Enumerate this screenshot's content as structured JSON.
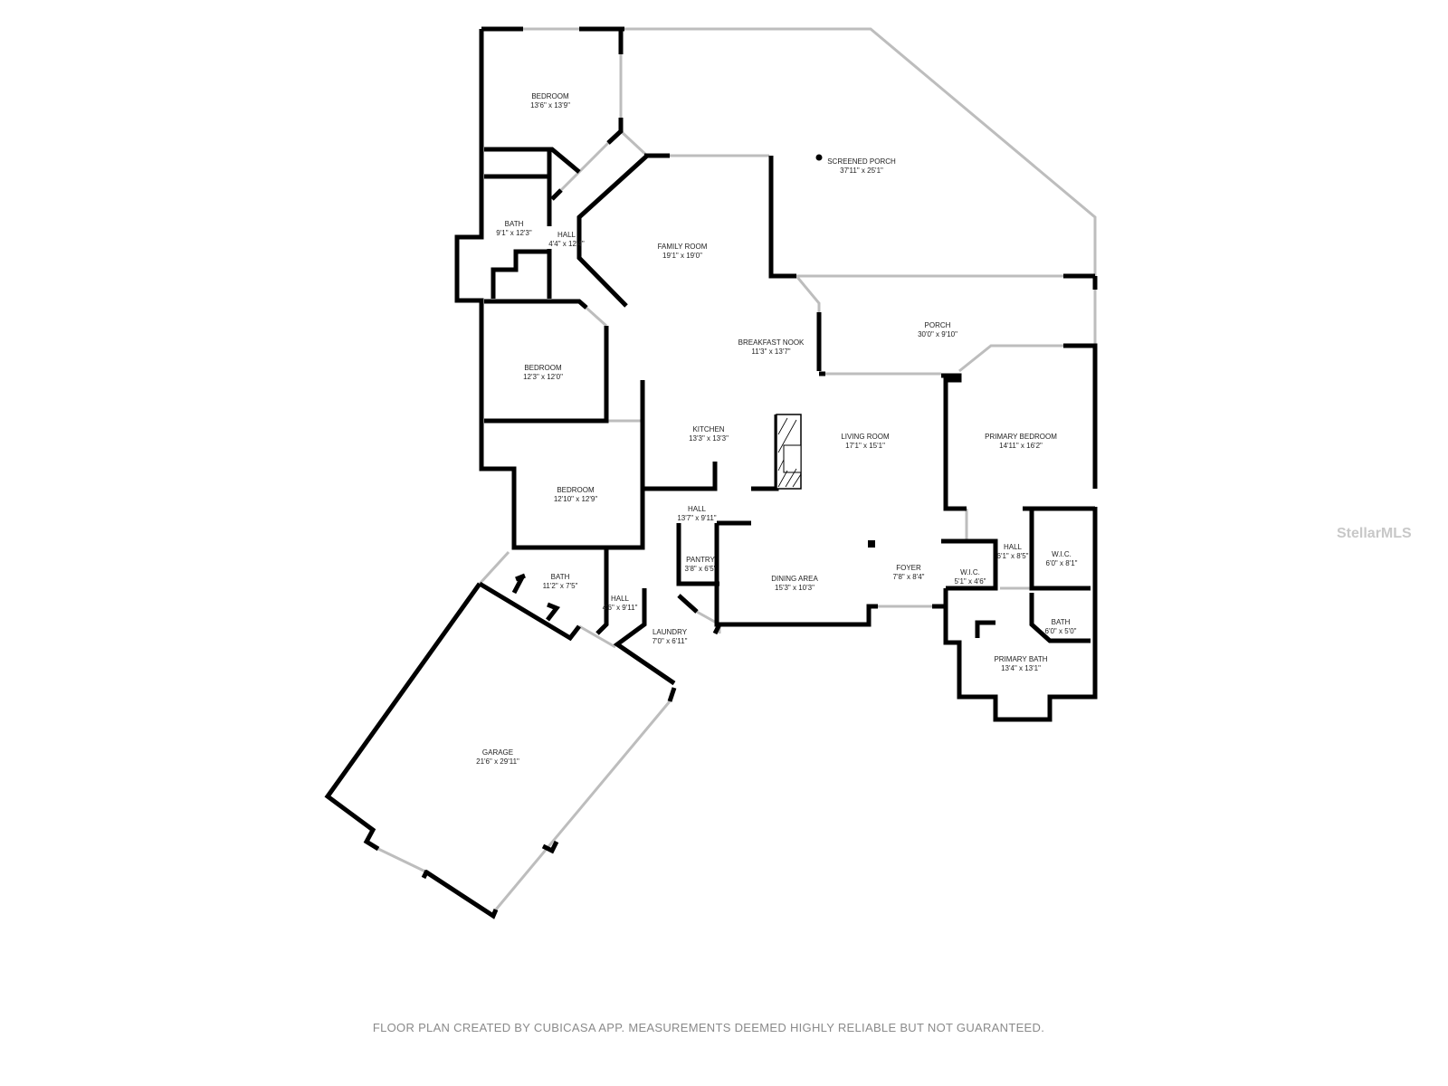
{
  "rooms": [
    {
      "name": "BEDROOM",
      "dims": "13'6\" x 13'9\""
    },
    {
      "name": "SCREENED PORCH",
      "dims": "37'11\" x 25'1\""
    },
    {
      "name": "BATH",
      "dims": "9'1\" x 12'3\""
    },
    {
      "name": "HALL",
      "dims": "4'4\" x 12'4\""
    },
    {
      "name": "FAMILY ROOM",
      "dims": "19'1\" x 19'0\""
    },
    {
      "name": "PORCH",
      "dims": "30'0\" x 9'10\""
    },
    {
      "name": "BREAKFAST NOOK",
      "dims": "11'3\" x 13'7\""
    },
    {
      "name": "BEDROOM",
      "dims": "12'3\" x 12'0\""
    },
    {
      "name": "KITCHEN",
      "dims": "13'3\" x 13'3\""
    },
    {
      "name": "LIVING ROOM",
      "dims": "17'1\" x 15'1\""
    },
    {
      "name": "PRIMARY BEDROOM",
      "dims": "14'11\" x 16'2\""
    },
    {
      "name": "BEDROOM",
      "dims": "12'10\" x 12'9\""
    },
    {
      "name": "HALL",
      "dims": "13'7\" x 9'11\""
    },
    {
      "name": "PANTRY",
      "dims": "3'8\" x 6'5\""
    },
    {
      "name": "HALL",
      "dims": "6'1\" x 8'5\""
    },
    {
      "name": "W.I.C.",
      "dims": "6'0\" x 8'1\""
    },
    {
      "name": "DINING AREA",
      "dims": "15'3\" x 10'3\""
    },
    {
      "name": "FOYER",
      "dims": "7'8\" x 8'4\""
    },
    {
      "name": "W.I.C.",
      "dims": "5'1\" x 4'6\""
    },
    {
      "name": "BATH",
      "dims": "11'2\" x 7'5\""
    },
    {
      "name": "HALL",
      "dims": "4'6\" x 9'11\""
    },
    {
      "name": "LAUNDRY",
      "dims": "7'0\" x 6'11\""
    },
    {
      "name": "BATH",
      "dims": "6'0\" x 5'0\""
    },
    {
      "name": "PRIMARY BATH",
      "dims": "13'4\" x 13'1\""
    },
    {
      "name": "GARAGE",
      "dims": "21'6\" x 29'11\""
    }
  ],
  "footer": "FLOOR PLAN CREATED BY CUBICASA APP. MEASUREMENTS DEEMED HIGHLY RELIABLE BUT NOT GUARANTEED.",
  "watermark": "StellarMLS",
  "colors": {
    "wall": "#000000",
    "window": "#bfbfbf",
    "footer": "#8a8a8a"
  }
}
